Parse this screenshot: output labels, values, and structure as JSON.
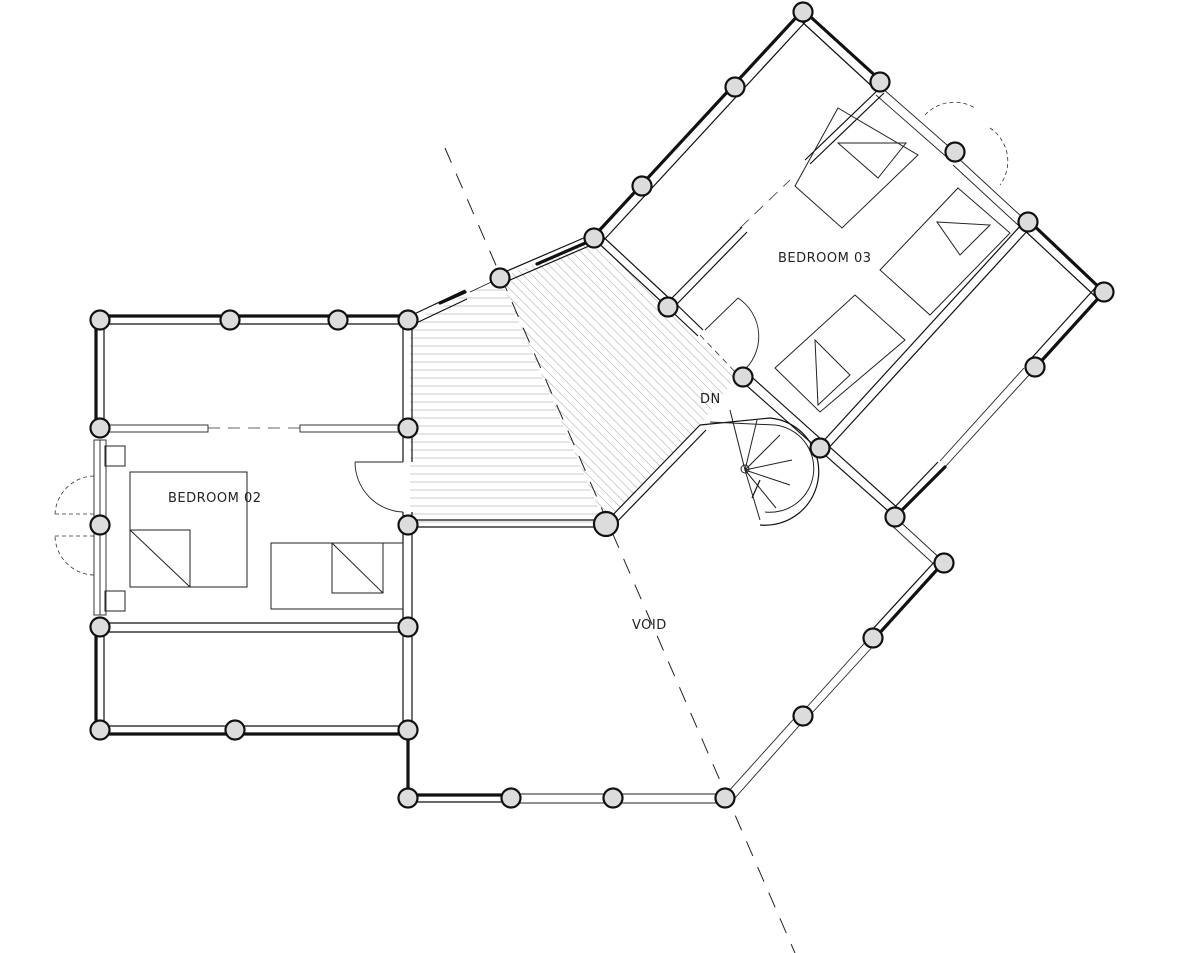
{
  "rooms": {
    "bedroom_02": "BEDROOM 02",
    "bedroom_03": "BEDROOM 03",
    "void": "VOID",
    "stair_down": "DN"
  },
  "colors": {
    "line": "#111111",
    "post_fill": "#dcdcdc",
    "hatch": "#bdbdbd",
    "background": "#ffffff"
  }
}
